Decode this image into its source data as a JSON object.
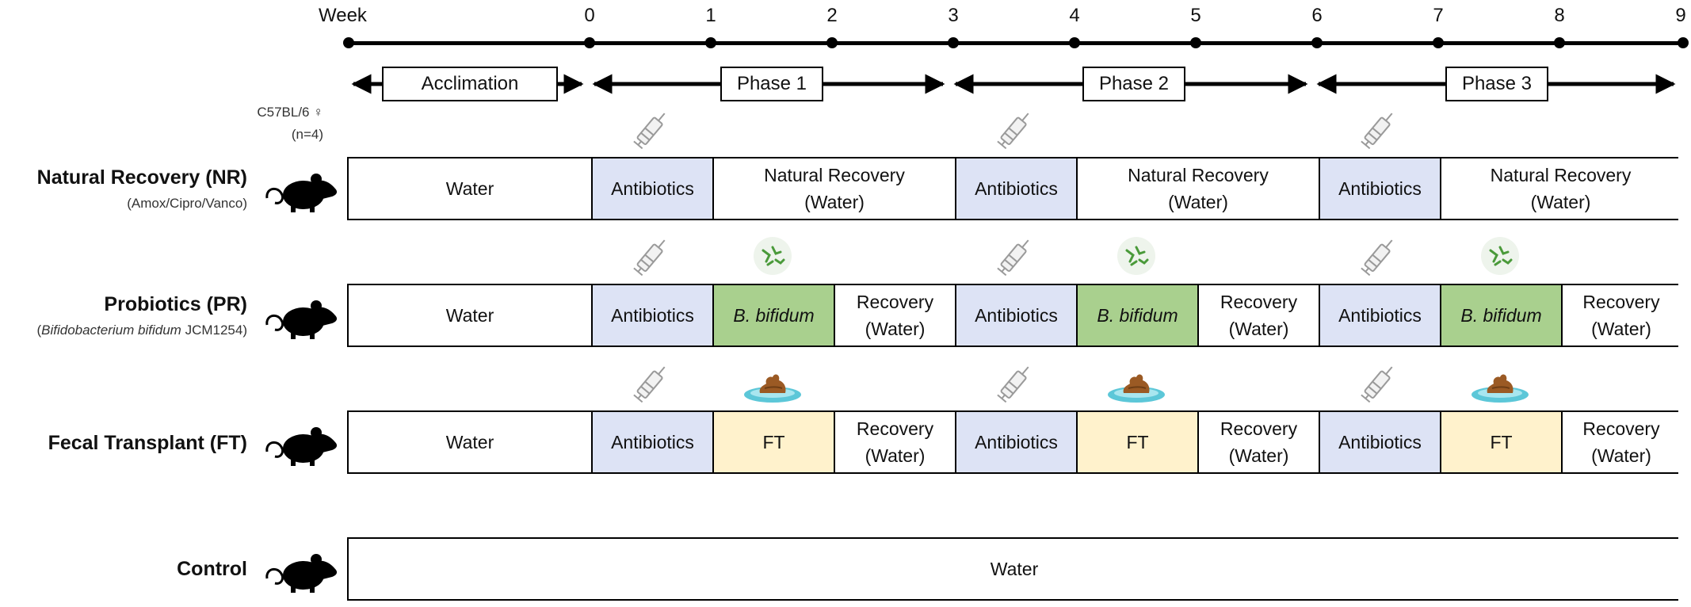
{
  "timeline": {
    "week_label": "Week",
    "weeks": [
      "0",
      "1",
      "2",
      "3",
      "4",
      "5",
      "6",
      "7",
      "8",
      "9"
    ]
  },
  "periods": {
    "acclimation": "Acclimation",
    "phase1": "Phase 1",
    "phase2": "Phase 2",
    "phase3": "Phase 3"
  },
  "cohort": {
    "strain": "C57BL/6 ♀",
    "n": "(n=4)"
  },
  "groups": [
    {
      "title": "Natural Recovery (NR)",
      "subtitle": "(Amox/Cipro/Vanco)",
      "segments": [
        {
          "label": "Water",
          "kind": "water"
        },
        {
          "label": "Antibiotics",
          "kind": "antibiotics"
        },
        {
          "label": "Natural Recovery\n(Water)",
          "kind": "recovery"
        },
        {
          "label": "Antibiotics",
          "kind": "antibiotics"
        },
        {
          "label": "Natural Recovery\n(Water)",
          "kind": "recovery"
        },
        {
          "label": "Antibiotics",
          "kind": "antibiotics"
        },
        {
          "label": "Natural Recovery\n(Water)",
          "kind": "recovery"
        }
      ]
    },
    {
      "title": "Probiotics (PR)",
      "subtitle_italic": "Bifidobacterium bifidum",
      "subtitle_rest": "JCM1254",
      "subtitle_open": "(",
      "subtitle_close": ")",
      "segments": [
        {
          "label": "Water",
          "kind": "water"
        },
        {
          "label": "Antibiotics",
          "kind": "antibiotics"
        },
        {
          "label": "B. bifidum",
          "kind": "bifidum"
        },
        {
          "label": "Recovery\n(Water)",
          "kind": "recovery"
        },
        {
          "label": "Antibiotics",
          "kind": "antibiotics"
        },
        {
          "label": "B. bifidum",
          "kind": "bifidum"
        },
        {
          "label": "Recovery\n(Water)",
          "kind": "recovery"
        },
        {
          "label": "Antibiotics",
          "kind": "antibiotics"
        },
        {
          "label": "B. bifidum",
          "kind": "bifidum"
        },
        {
          "label": "Recovery\n(Water)",
          "kind": "recovery"
        }
      ]
    },
    {
      "title": "Fecal Transplant (FT)",
      "segments": [
        {
          "label": "Water",
          "kind": "water"
        },
        {
          "label": "Antibiotics",
          "kind": "antibiotics"
        },
        {
          "label": "FT",
          "kind": "ft"
        },
        {
          "label": "Recovery\n(Water)",
          "kind": "recovery"
        },
        {
          "label": "Antibiotics",
          "kind": "antibiotics"
        },
        {
          "label": "FT",
          "kind": "ft"
        },
        {
          "label": "Recovery\n(Water)",
          "kind": "recovery"
        },
        {
          "label": "Antibiotics",
          "kind": "antibiotics"
        },
        {
          "label": "FT",
          "kind": "ft"
        },
        {
          "label": "Recovery\n(Water)",
          "kind": "recovery"
        }
      ]
    },
    {
      "title": "Control",
      "segments": [
        {
          "label": "Water",
          "kind": "water"
        }
      ]
    }
  ],
  "colors": {
    "antibiotics": "#dde3f5",
    "bifidum": "#a9d08e",
    "ft": "#fff2cc",
    "water": "#ffffff"
  },
  "icons": [
    "syringe-icon",
    "bacteria-icon",
    "feces-dish-icon",
    "mouse-icon"
  ]
}
